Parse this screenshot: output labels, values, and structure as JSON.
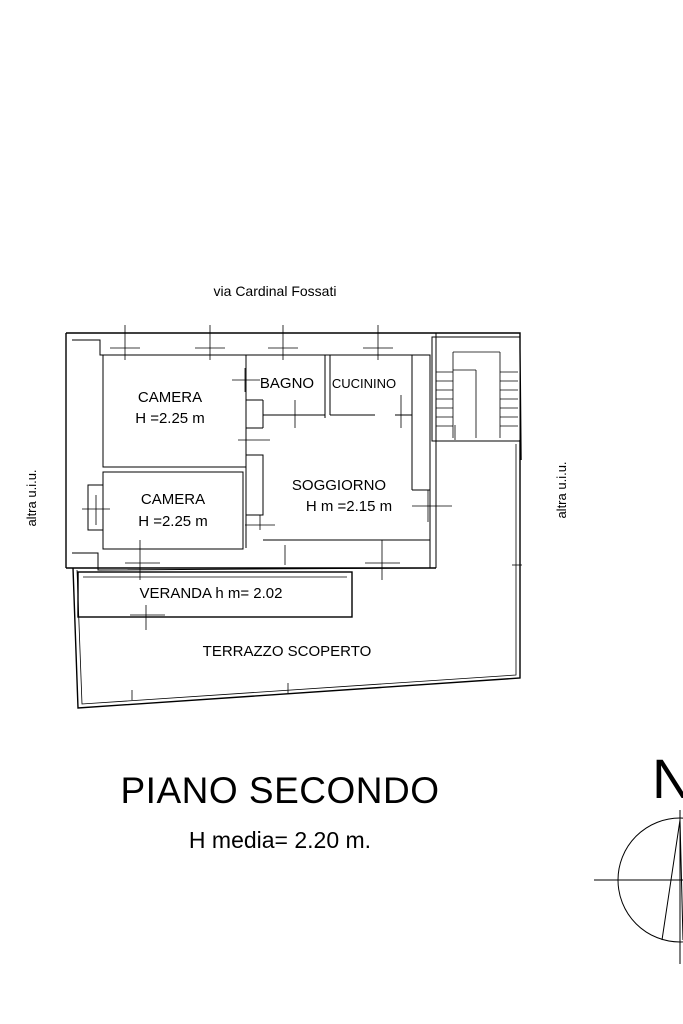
{
  "street": "via Cardinal Fossati",
  "side_left": "altra u.i.u.",
  "side_right": "altra u.i.u.",
  "rooms": {
    "camera1_name": "CAMERA",
    "camera1_height": "H =2.25 m",
    "bagno": "BAGNO",
    "cucinino": "CUCININO",
    "camera2_name": "CAMERA",
    "camera2_height": "H =2.25 m",
    "soggiorno_name": "SOGGIORNO",
    "soggiorno_height": "H m =2.15 m",
    "veranda": "VERANDA h m= 2.02",
    "terrazzo": "TERRAZZO SCOPERTO"
  },
  "title": "PIANO SECONDO",
  "subtitle": "H media=  2.20 m.",
  "north_label": "N"
}
